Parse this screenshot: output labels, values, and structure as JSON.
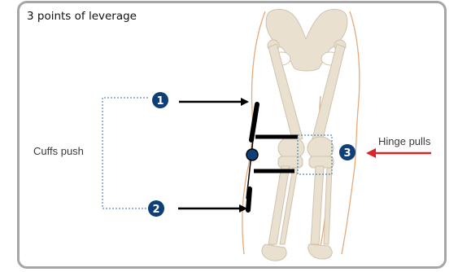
{
  "figure": {
    "title": "3 points of leverage",
    "cuffs_label": "Cuffs push",
    "hinge_label": "Hinge pulls",
    "points": [
      {
        "number": "1"
      },
      {
        "number": "2"
      },
      {
        "number": "3"
      }
    ],
    "colors": {
      "badge": "#0e3f78",
      "push_arrow": "#000000",
      "pull_arrow": "#d9242a",
      "bone_fill": "#e9e0cf",
      "bone_stroke": "#cfc3ad",
      "leg_outline": "#e7a97a",
      "dotted_bracket": "#2f6fb0",
      "frame_border": "#a6a6a6"
    }
  }
}
